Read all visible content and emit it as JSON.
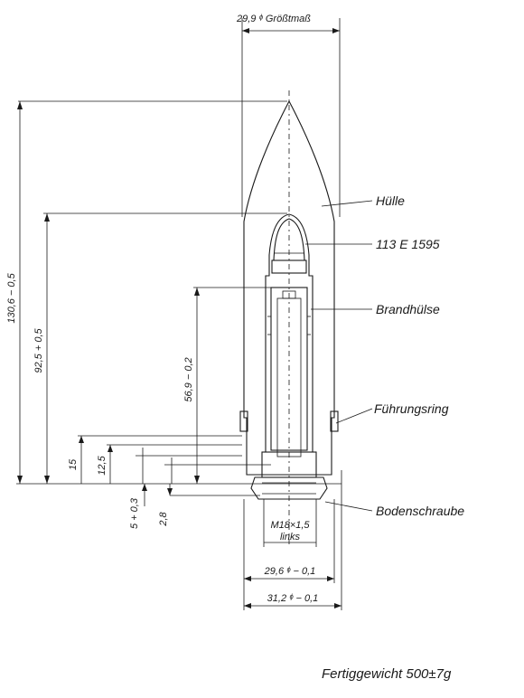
{
  "dimensions": {
    "top_diameter": "29,9 ᶲ Größtmaß",
    "overall_length": "130,6 − 0,5",
    "inner_length": "92,5 + 0,5",
    "chamber_length": "56,9 − 0,2",
    "d15": "15",
    "d125": "12,5",
    "d5": "5 + 0,3",
    "d28": "2,8",
    "thread": "M18×1,5",
    "thread_dir": "links",
    "band_diameter": "29,6 ᶲ − 0,1",
    "base_diameter": "31,2 ᶲ − 0,1"
  },
  "parts": {
    "huelle": "Hülle",
    "fuze": "113 E 1595",
    "brandhuelse": "Brandhülse",
    "fuehrungsring": "Führungsring",
    "bodenschraube": "Bodenschraube"
  },
  "footer": {
    "weight": "Fertiggewicht 500±7g"
  }
}
